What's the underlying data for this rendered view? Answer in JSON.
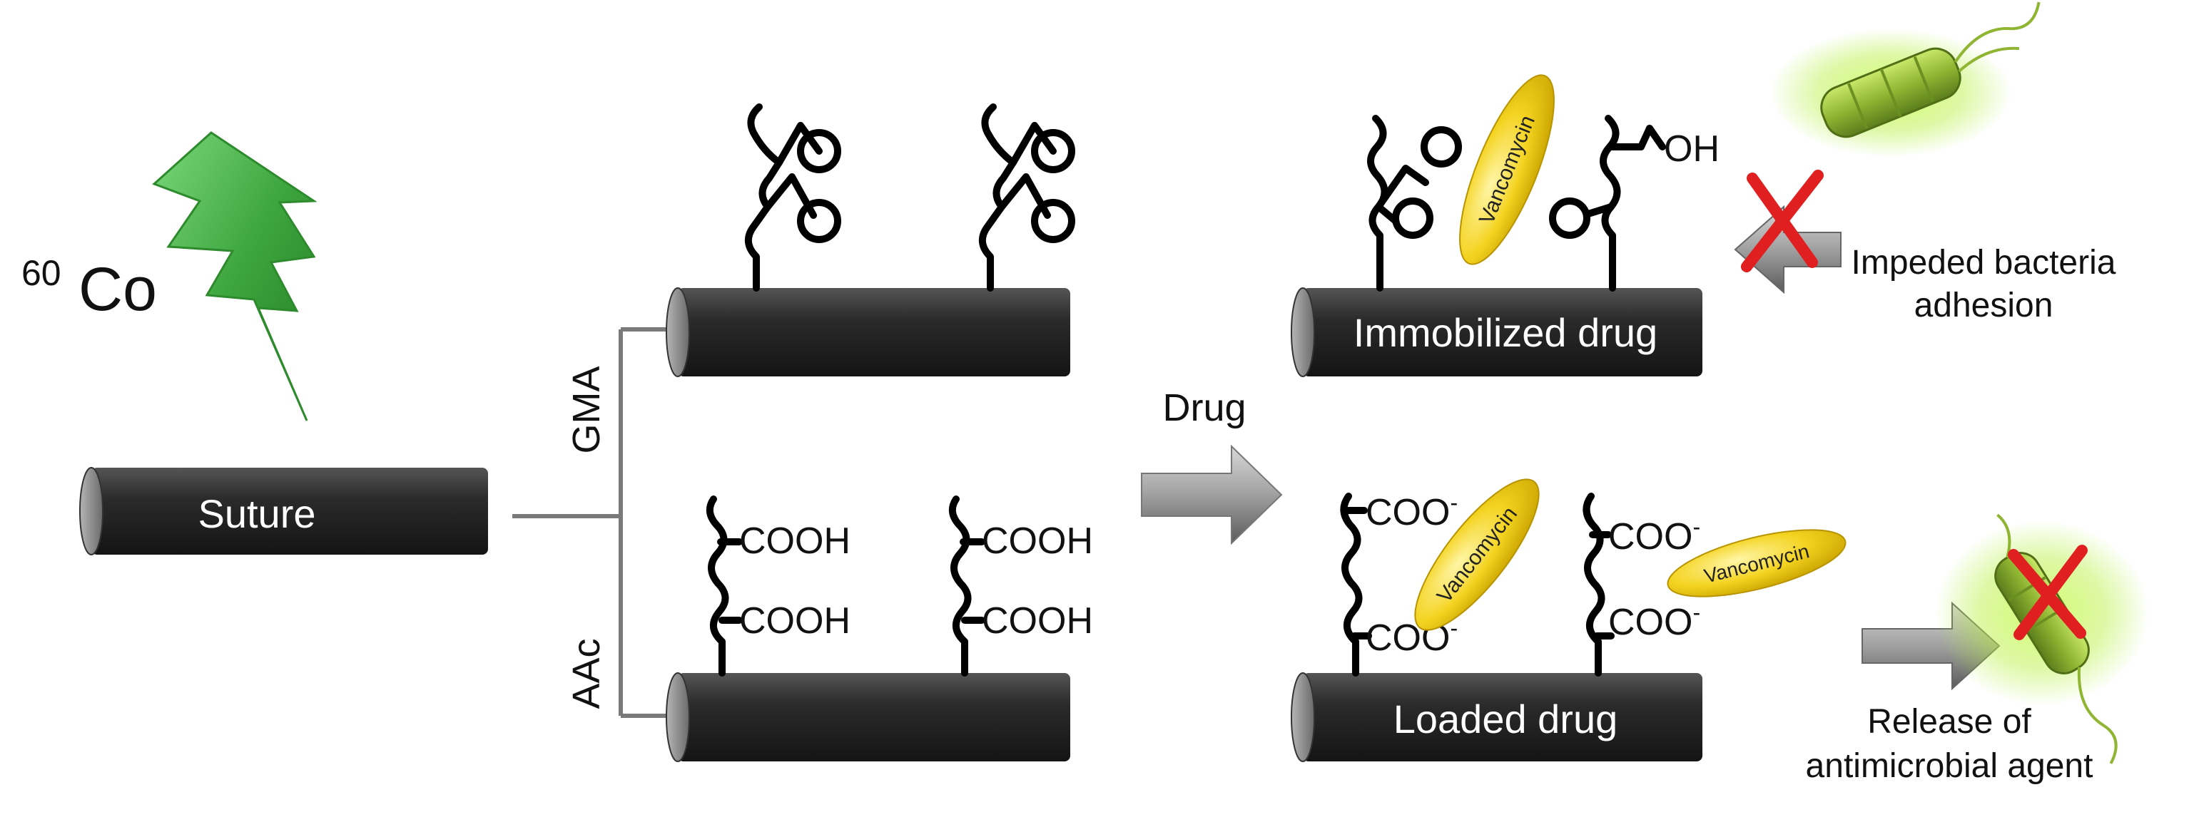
{
  "labels": {
    "co_mass": "60",
    "co_symbol": "Co",
    "suture": "Suture",
    "gma": "GMA",
    "aac": "AAc",
    "drug": "Drug",
    "cooh": "COOH",
    "oh": "OH",
    "coo": "COO",
    "minus": "-",
    "vancomycin": "Vancomycin",
    "immobilized_drug": "Immobilized drug",
    "loaded_drug": "Loaded drug",
    "impeded_line1": "Impeded bacteria",
    "impeded_line2": "adhesion",
    "release_line1": "Release of",
    "release_line2": "antimicrobial agent"
  },
  "colors": {
    "rod": "#2a2a2a",
    "rod_end": "#8c8c8c",
    "lightning": "#3ea63e",
    "vancomycin_fill": "#f2d21e",
    "vancomycin_glow": "#fff7a0",
    "cross": "#e02020",
    "bacteria": "#9cc23c",
    "bacteria_glow": "#c9f06a",
    "arrow": "#8f8f8f"
  },
  "icons": {
    "radiation": "lightning-bolt-icon",
    "bacteria": "rod-bacterium-icon",
    "blocked": "red-x-icon"
  }
}
